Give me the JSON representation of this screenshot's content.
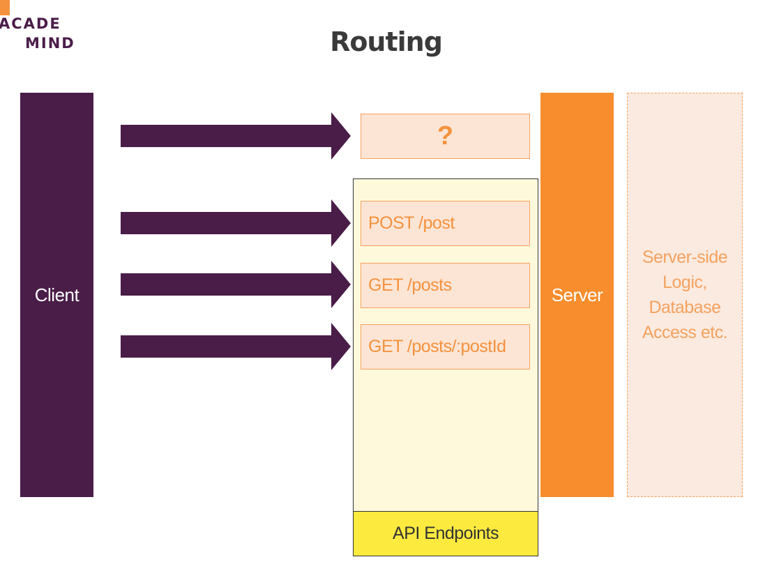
{
  "logo": {
    "line1": "ACADE",
    "line2": "MIND"
  },
  "title": "Routing",
  "client": {
    "label": "Client"
  },
  "unknown_route": {
    "label": "?"
  },
  "routes": [
    {
      "label": "POST /post"
    },
    {
      "label": "GET /posts"
    },
    {
      "label": "GET /posts/:postId"
    }
  ],
  "api_endpoints": {
    "label": "API Endpoints"
  },
  "server": {
    "label": "Server"
  },
  "server_logic": {
    "label": "Server-side\nLogic,\nDatabase\nAccess etc."
  },
  "colors": {
    "client": "#4a1d49",
    "server": "#f78d2c",
    "route_fill": "#fce5d5",
    "route_text": "#f5923e",
    "api_fill": "#fff9dc",
    "api_footer": "#fcea3f"
  }
}
